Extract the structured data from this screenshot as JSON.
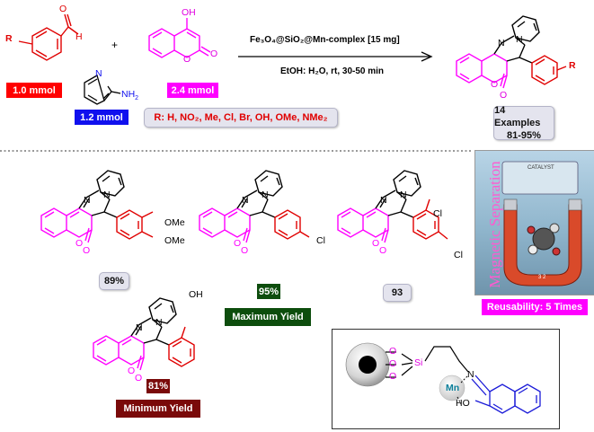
{
  "reactants": {
    "aldehyde": {
      "r_label": "R",
      "o_label": "O",
      "h_label": "H",
      "amount": "1.0 mmol"
    },
    "aminopyridine": {
      "n_label": "N",
      "nh2_label": "NH",
      "nh2_sub": "2",
      "amount": "1.2 mmol"
    },
    "hydroxycoumarin": {
      "oh_label": "OH",
      "o_ring": "O",
      "o_carbonyl": "O",
      "amount": "2.4 mmol"
    },
    "plus_sign": "+"
  },
  "conditions": {
    "catalyst": "Fe₃O₄@SiO₂@Mn-complex [15 mg]",
    "solvent": "EtOH: H₂O, rt, 30-50 min"
  },
  "substituents": "R: H, NO₂, Me, Cl, Br, OH, OMe, NMe₂",
  "product": {
    "r_label": "R",
    "n1": "N",
    "n2": "N",
    "o_ring": "O",
    "o_carbonyl": "O"
  },
  "summary": {
    "examples": "14 Examples",
    "yield_range": "81-95%"
  },
  "examples": [
    {
      "yield": "89%",
      "substituent_1": "OMe",
      "substituent_2": "OMe"
    },
    {
      "yield": "95%",
      "substituent_1": "Cl",
      "badge": "Maximum Yield"
    },
    {
      "yield": "93",
      "substituent_1": "Cl",
      "substituent_2": "Cl"
    },
    {
      "yield": "81%",
      "substituent_1": "OH",
      "badge": "Minimum Yield"
    }
  ],
  "magnet_image": {
    "side_text": "Magnetic Separation",
    "caption": "Reusability: 5 Times",
    "catalyst_sign": "CATALYST",
    "plate_text": "3 2"
  },
  "catalyst_structure": {
    "si": "Si",
    "mn": "Mn",
    "n": "N",
    "ho": "HO",
    "o_labels": [
      "O",
      "O",
      "O"
    ]
  },
  "colors": {
    "magenta": "#ff00ff",
    "red": "#ff0000",
    "blue": "#1010ee",
    "dark_green": "#0d4d0d",
    "maroon": "#7a0a0a",
    "teal": "#0b7f9a"
  }
}
